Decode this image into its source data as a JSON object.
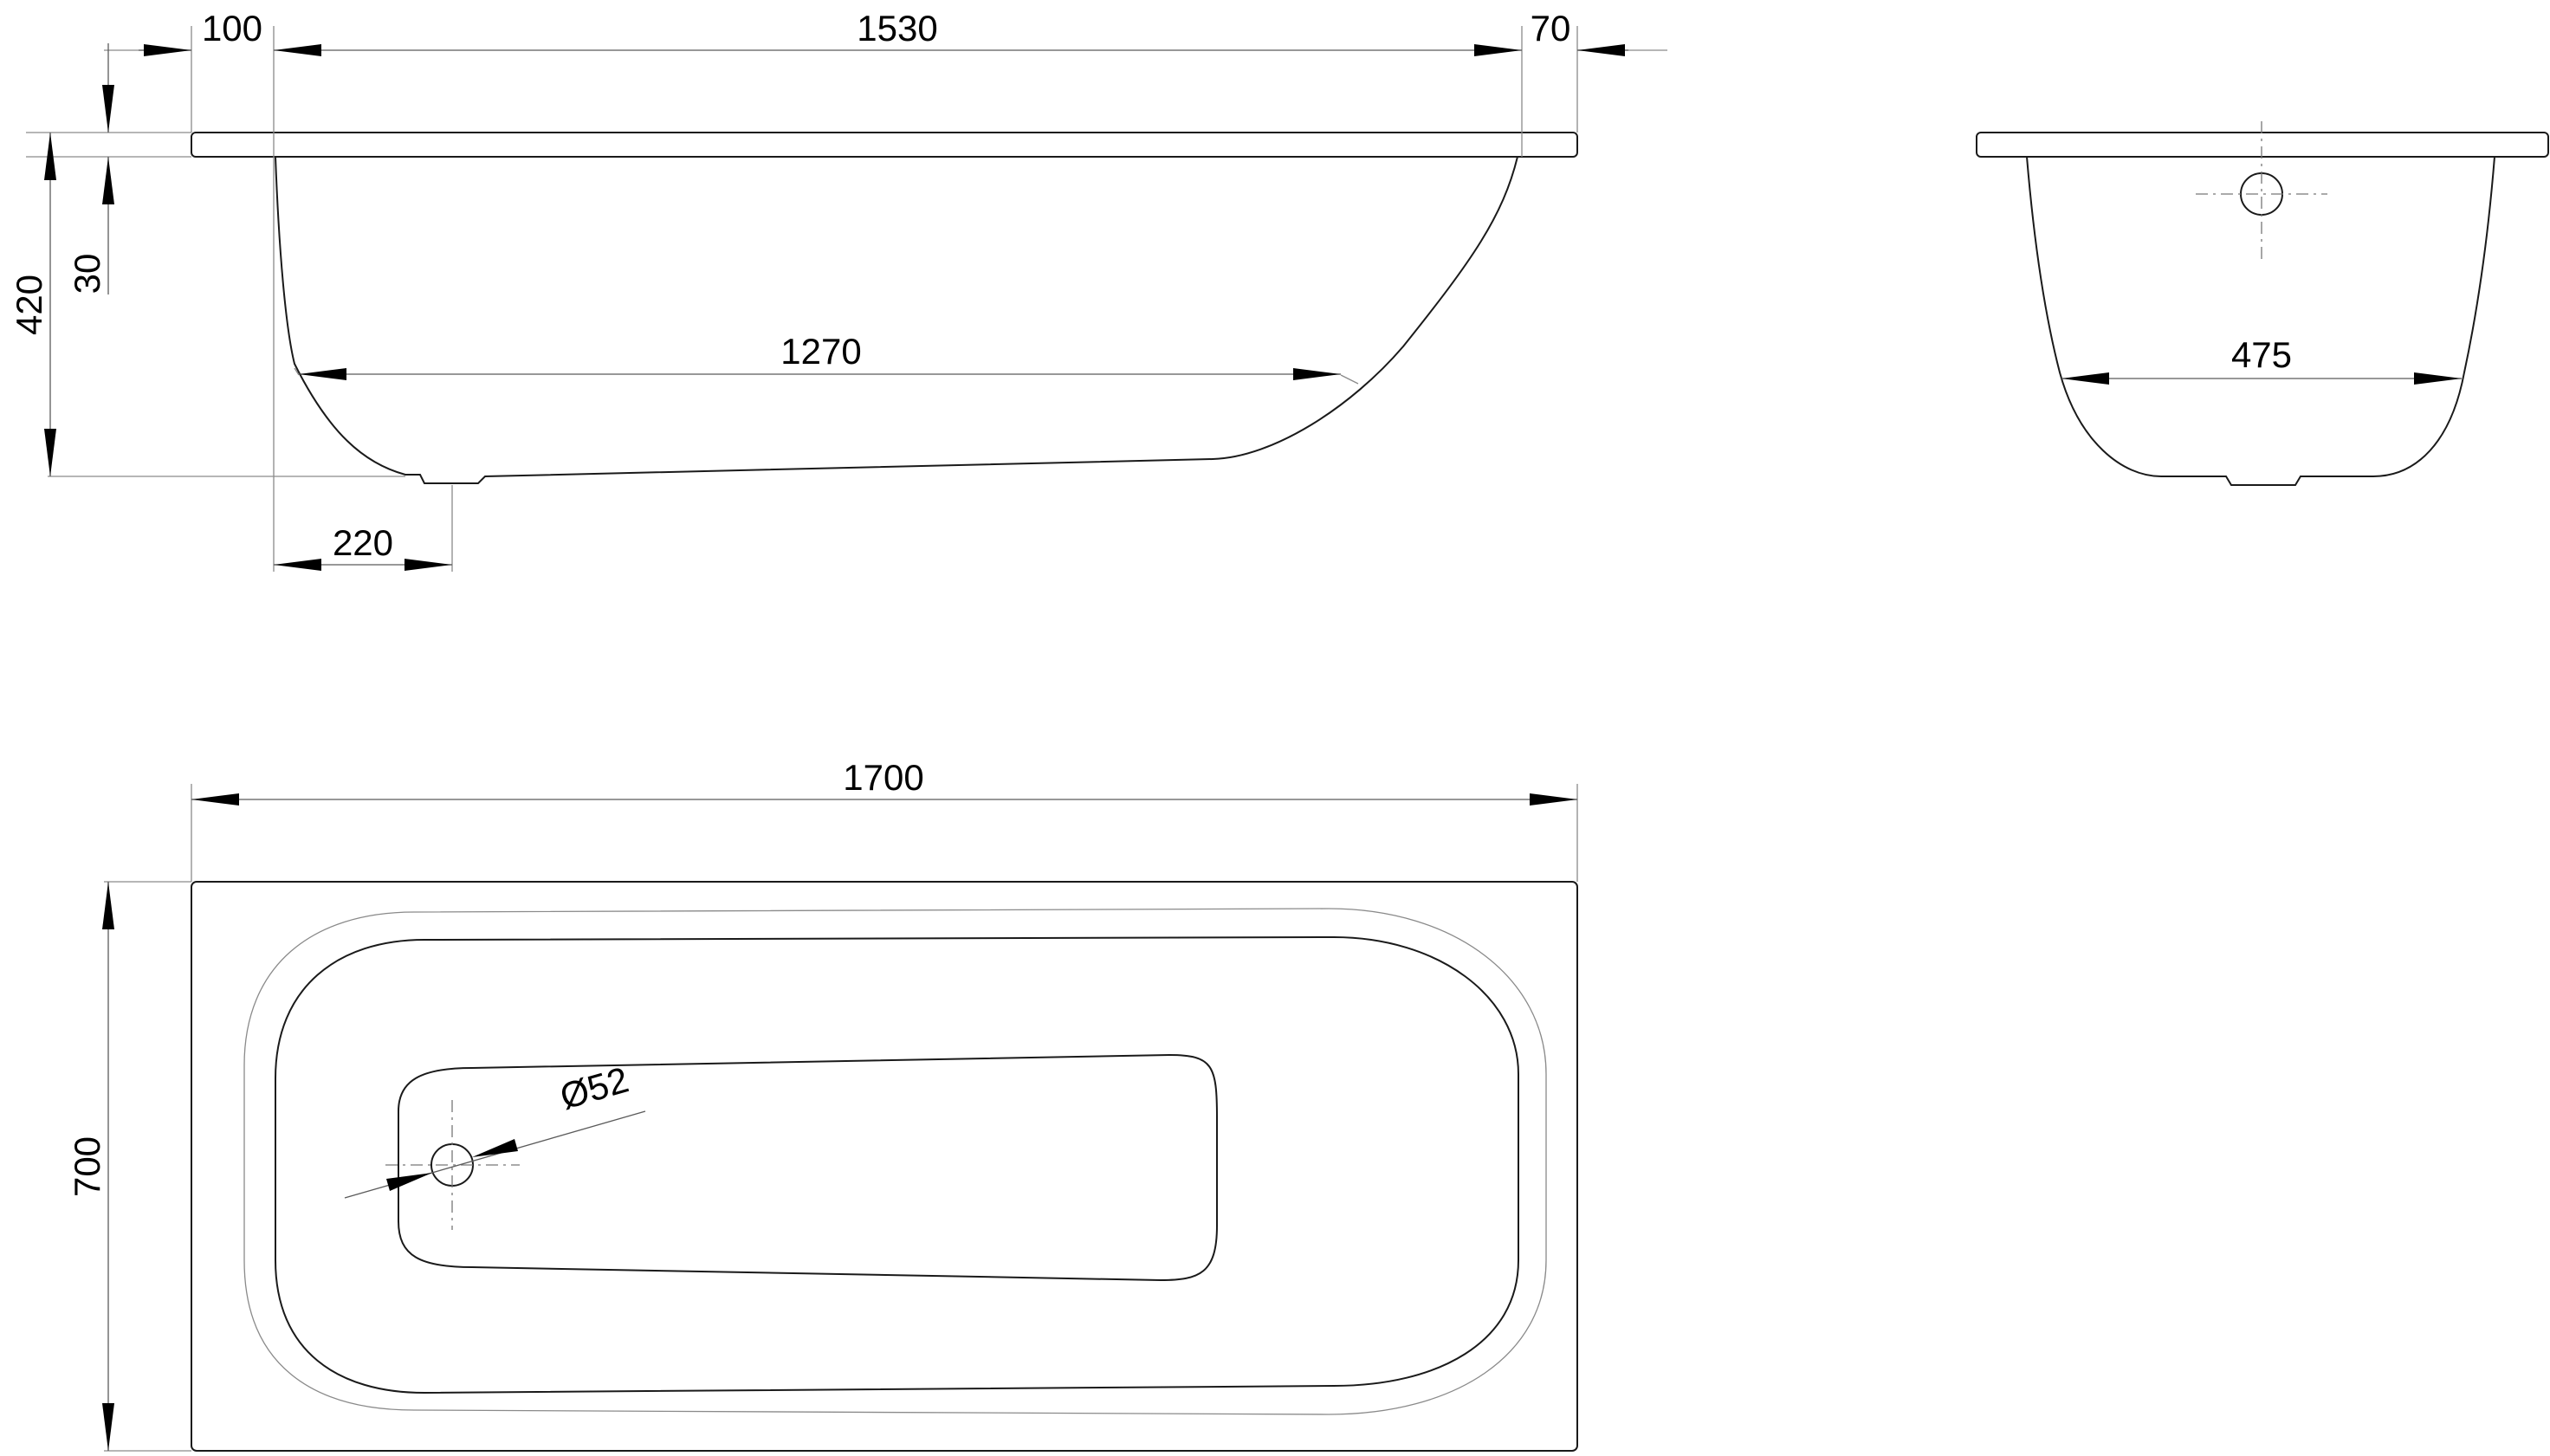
{
  "dimensions": {
    "top_left_rim": "100",
    "top_inner_length": "1530",
    "top_right_rim": "70",
    "total_height": "420",
    "rim_thickness": "30",
    "bottom_length": "1270",
    "drain_offset": "220",
    "end_bottom_width": "475",
    "plan_length": "1700",
    "plan_width": "700",
    "drain_diameter": "Ø52"
  },
  "colors": {
    "line": "#1a1a1a",
    "arrow": "#000000",
    "background": "#ffffff"
  }
}
